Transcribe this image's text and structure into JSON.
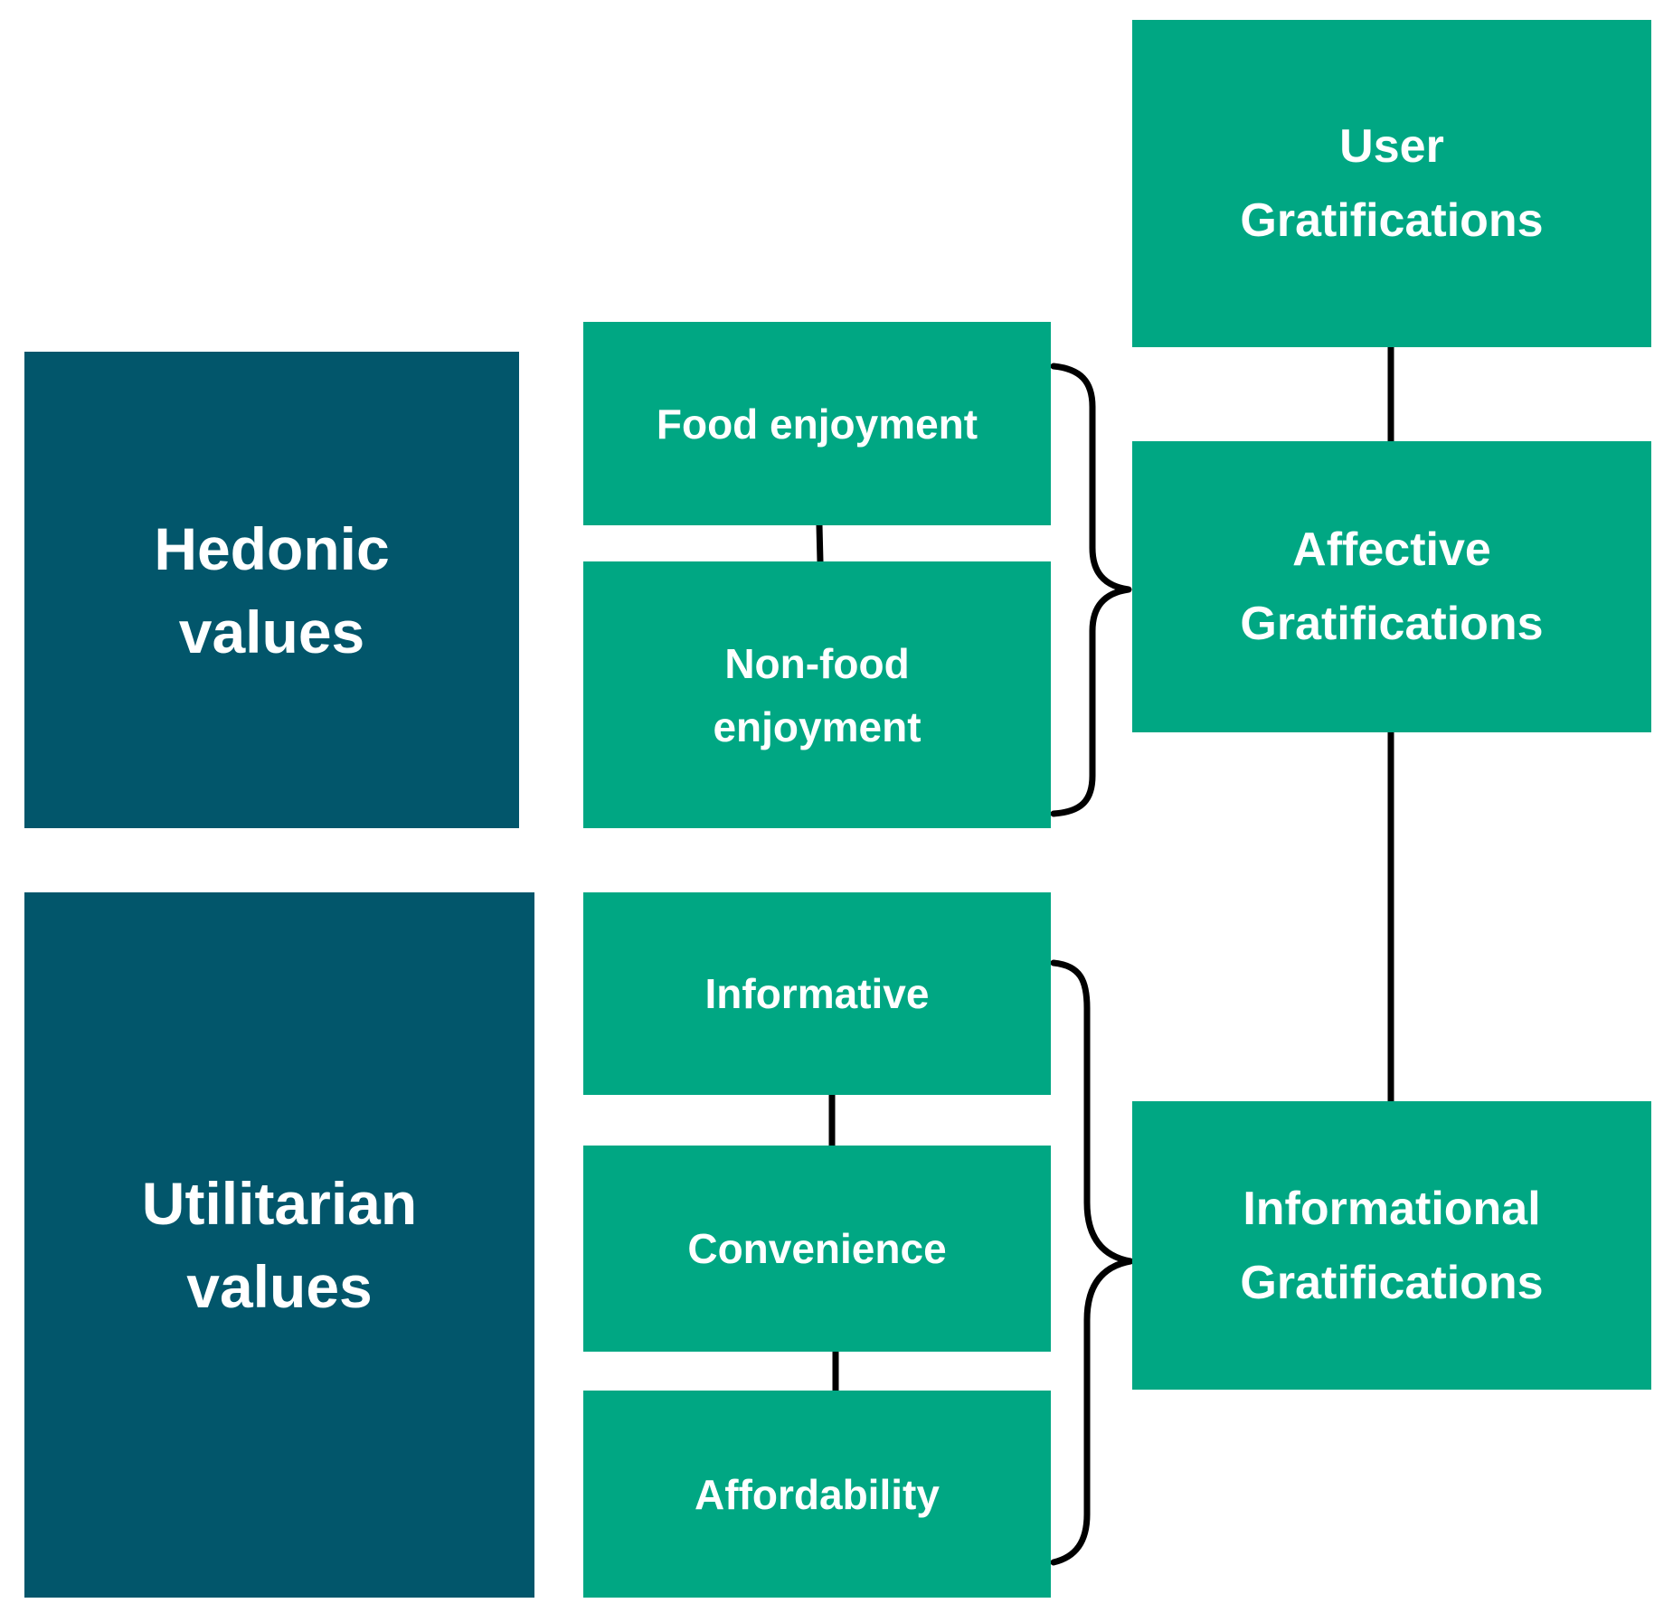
{
  "colors": {
    "dark_box": "#02566b",
    "green_box": "#00a783",
    "text": "#ffffff",
    "connector": "#000000"
  },
  "boxes": {
    "user_gratifications": [
      "User",
      "Gratifications"
    ],
    "hedonic_values": [
      "Hedonic",
      "values"
    ],
    "food_enjoyment": [
      "Food enjoyment"
    ],
    "non_food_enjoyment": [
      "Non-food",
      "enjoyment"
    ],
    "affective_gratifications": [
      "Affective",
      "Gratifications"
    ],
    "utilitarian_values": [
      "Utilitarian",
      "values"
    ],
    "informative": [
      "Informative"
    ],
    "convenience": [
      "Convenience"
    ],
    "affordability": [
      "Affordability"
    ],
    "informational_gratifications": [
      "Informational",
      "Gratifications"
    ]
  }
}
